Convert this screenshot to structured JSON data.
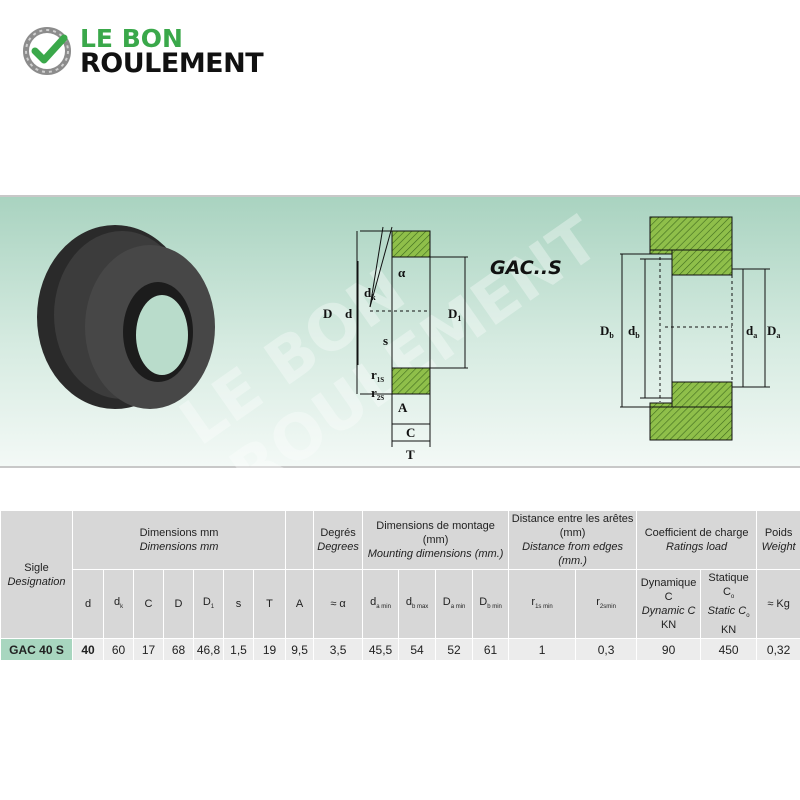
{
  "logo": {
    "line1": "LE BON",
    "line2": "ROULEMENT",
    "check_color": "#3aa84a"
  },
  "diagram": {
    "title": "GAC..S",
    "left_labels": {
      "D": "D",
      "d": "d",
      "dk": "d",
      "dk_sub": "k",
      "D1": "D",
      "D1_sub": "1",
      "alpha": "α",
      "s": "s",
      "r1s": "r",
      "r1s_sub": "1S",
      "r2s": "r",
      "r2s_sub": "2S",
      "A": "A",
      "C": "C",
      "T": "T"
    },
    "right_labels": {
      "Db": "D",
      "Db_sub": "b",
      "db": "d",
      "db_sub": "b",
      "da": "d",
      "da_sub": "a",
      "Da": "D",
      "Da_sub": "a"
    },
    "hatch_color": "#6fae3a"
  },
  "table": {
    "sigle": "Sigle",
    "designation": "Designation",
    "dim_fr": "Dimensions mm",
    "dim_en": "Dimensions  mm",
    "deg_fr": "Degrés",
    "deg_en": "Degrees",
    "mount_fr": "Dimensions de montage (mm)",
    "mount_en": "Mounting dimensions (mm.)",
    "dist_fr": "Distance entre les arêtes (mm)",
    "dist_en": "Distance from edges (mm.)",
    "coef_fr": "Coefficient de charge",
    "coef_en": "Ratings load",
    "poids_fr": "Poids",
    "poids_en": "Weight",
    "cols": {
      "d": "d",
      "dk": "d",
      "dk_sub": "k",
      "C": "C",
      "D": "D",
      "D1": "D",
      "D1_sub": "1",
      "s": "s",
      "T": "T",
      "A": "A",
      "alpha": "≈ α",
      "da": "d",
      "da_sub": "a min",
      "db": "d",
      "db_sub": "b max",
      "Da": "D",
      "Da_sub": "a min",
      "Db": "D",
      "Db_sub": "b min",
      "r1": "r",
      "r1_sub": "1s min",
      "r2": "r",
      "r2_sub": "2smin",
      "dyn_fr": "Dynamique C",
      "dyn_en": "Dynamic C",
      "dyn_unit": "KN",
      "stat_fr": "Statique C",
      "stat_sub": "o",
      "stat_en": "Static C",
      "stat_unit": "KN",
      "kg": "≈ Kg"
    },
    "row": {
      "designation": "GAC 40 S",
      "d": "40",
      "dk": "60",
      "C": "17",
      "D": "68",
      "D1": "46,8",
      "s": "1,5",
      "T": "19",
      "A": "9,5",
      "alpha": "3,5",
      "da": "45,5",
      "db": "54",
      "Da": "52",
      "Db": "61",
      "r1": "1",
      "r2": "0,3",
      "dyn": "90",
      "stat": "450",
      "kg": "0,32"
    }
  }
}
